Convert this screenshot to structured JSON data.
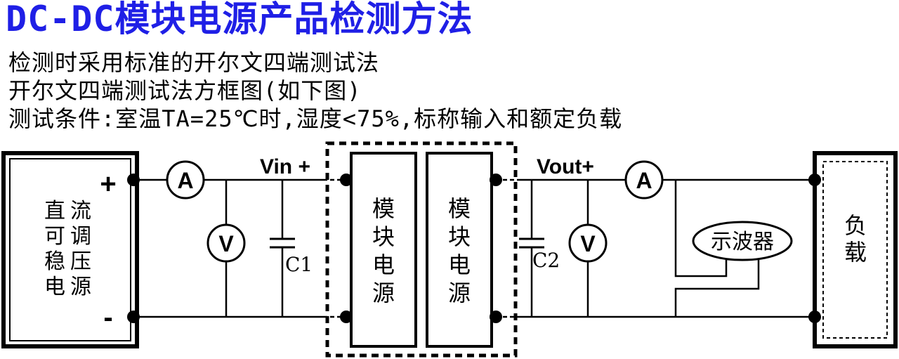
{
  "title": "DC-DC模块电源产品检测方法",
  "lines": [
    "检测时采用标准的开尔文四端测试法",
    "开尔文四端测试法方框图(如下图)",
    "测试条件:室温TA=25℃时,湿度<75%,标称输入和额定负载"
  ],
  "diagram": {
    "source_chars": [
      "直",
      "流",
      "可",
      "调",
      "稳",
      "压",
      "电",
      "源"
    ],
    "plus": "+",
    "minus": "-",
    "vin": "Vin +",
    "vout": "Vout+",
    "ammeter": "A",
    "voltmeter": "V",
    "c1": "C1",
    "c2": "C2",
    "module_chars": [
      "模",
      "块",
      "电",
      "源"
    ],
    "scope": "示波器",
    "load_chars": [
      "负",
      "载"
    ]
  }
}
